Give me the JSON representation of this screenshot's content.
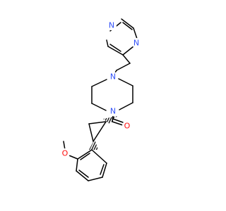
{
  "structure": {
    "colors": {
      "bond": "#000000",
      "nitrogen": "#3050F8",
      "oxygen": "#FF0D0D",
      "background": "#FFFFFF"
    },
    "atoms": [
      {
        "id": "pyrazine-n1",
        "element": "nitrogen",
        "label": "N"
      },
      {
        "id": "pyrazine-n4",
        "element": "nitrogen",
        "label": "N"
      },
      {
        "id": "piperazine-n-alkyl",
        "element": "nitrogen",
        "label": "N"
      },
      {
        "id": "piperazine-n-acyl",
        "element": "nitrogen",
        "label": "N"
      },
      {
        "id": "carbonyl-oxygen",
        "element": "oxygen",
        "label": "O"
      },
      {
        "id": "methoxy-oxygen",
        "element": "oxygen",
        "label": "O"
      }
    ]
  }
}
